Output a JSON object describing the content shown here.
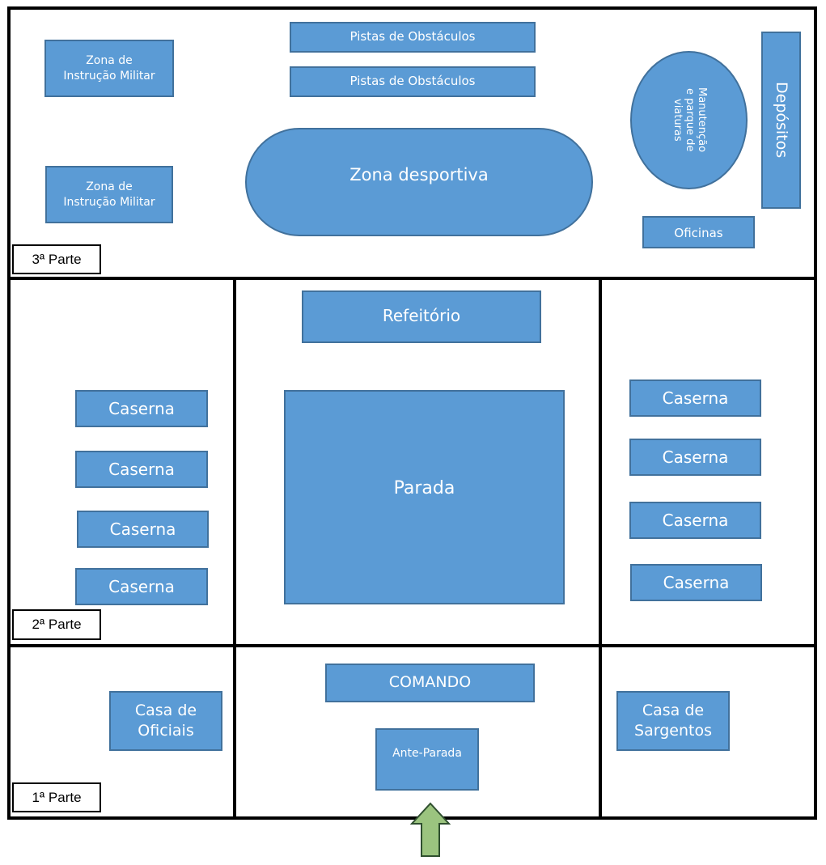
{
  "colors": {
    "shape_fill": "#5b9bd5",
    "shape_border": "#41719c",
    "arrow_fill": "#9bc47f",
    "arrow_border": "#2f4f2f",
    "lines": "#000000"
  },
  "sections": {
    "part3": "3ª Parte",
    "part2": "2ª Parte",
    "part1": "1ª Parte"
  },
  "part3": {
    "zona_instrucao_1": "Zona de\nInstrução Militar",
    "zona_instrucao_2": "Zona de\nInstrução Militar",
    "pistas_1": "Pistas de Obstáculos",
    "pistas_2": "Pistas de Obstáculos",
    "zona_desportiva": "Zona desportiva",
    "manutencao": "Manutenção\ne parque de\nviaturas",
    "depositos": "Depósitos",
    "oficinas": "Oficinas"
  },
  "part2": {
    "refeitorio": "Refeitório",
    "parada": "Parada",
    "casernas_left": [
      "Caserna",
      "Caserna",
      "Caserna",
      "Caserna"
    ],
    "casernas_right": [
      "Caserna",
      "Caserna",
      "Caserna",
      "Caserna"
    ]
  },
  "part1": {
    "casa_oficiais": "Casa de\nOficiais",
    "comando": "COMANDO",
    "ante_parada": "Ante-Parada",
    "casa_sargentos": "Casa de\nSargentos"
  },
  "entrance_icon": "up-arrow-icon"
}
